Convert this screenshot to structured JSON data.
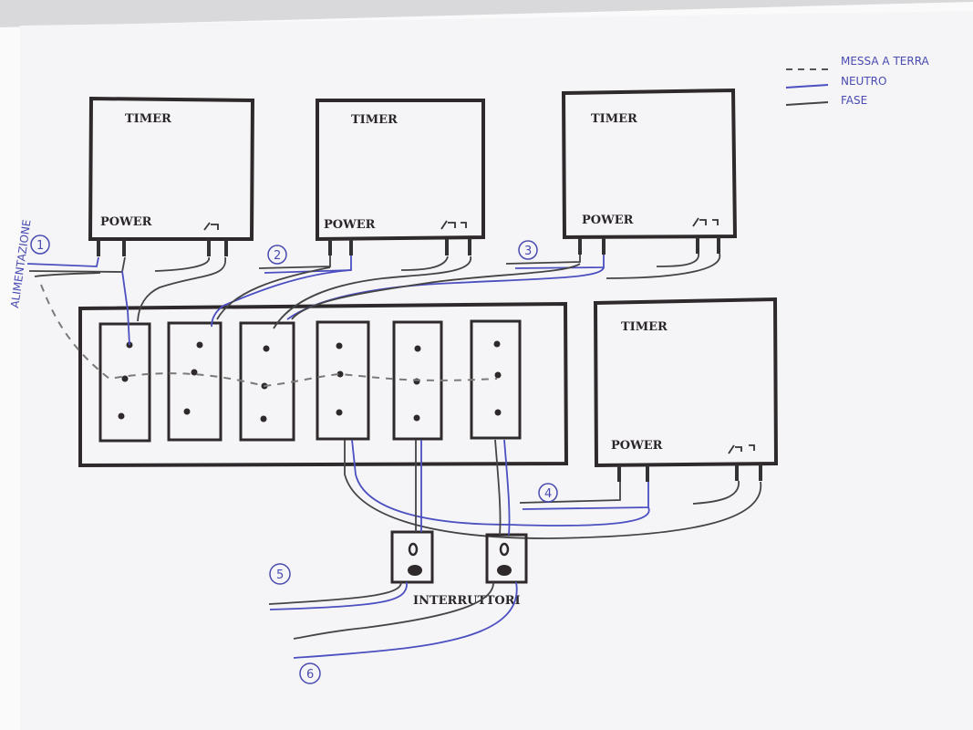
{
  "legend": {
    "ground": "MESSA A TERRA",
    "neutral": "NEUTRO",
    "phase": "FASE"
  },
  "timers": [
    {
      "title": "TIMER",
      "power": "POWER"
    },
    {
      "title": "TIMER",
      "power": "POWER"
    },
    {
      "title": "TIMER",
      "power": "POWER"
    },
    {
      "title": "TIMER",
      "power": "POWER"
    }
  ],
  "supply_label": "ALIMENTAZIONE",
  "switches_label": "INTERRUTTORI",
  "markers": [
    "1",
    "2",
    "3",
    "4",
    "5",
    "6"
  ],
  "colors": {
    "paper": "#f4f4f6",
    "ink": "#2e2a2b",
    "neutral_wire": "#4b4fc0",
    "phase_wire": "#444444",
    "ground_wire": "#7a7a7a"
  }
}
